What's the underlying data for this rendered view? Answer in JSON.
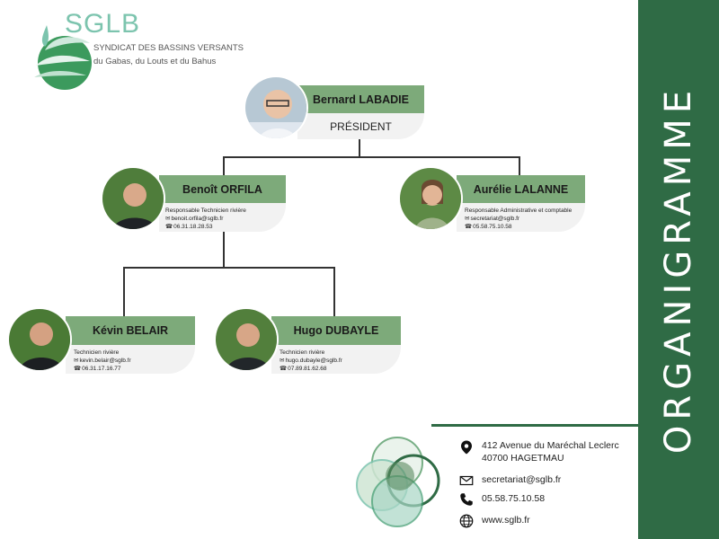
{
  "logo": {
    "name": "SGLB",
    "line1": "SYNDICAT DES BASSINS VERSANTS",
    "line2": "du Gabas, du Louts et du Bahus"
  },
  "sidebar": {
    "title": "ORGANIGRAMME"
  },
  "president": {
    "name": "Bernard LABADIE",
    "role": "PRÉSIDENT"
  },
  "people": [
    {
      "name": "Benoît ORFILA",
      "role": "Responsable Technicien rivière",
      "email": "benoit.orfila@sglb.fr",
      "phone": "06.31.18.28.53"
    },
    {
      "name": "Aurélie LALANNE",
      "role": "Responsable Administrative et comptable",
      "email": "secretariat@sglb.fr",
      "phone": "05.58.75.10.58"
    },
    {
      "name": "Kévin BELAIR",
      "role": "Technicien rivière",
      "email": "kevin.belair@sglb.fr",
      "phone": "06.31.17.16.77"
    },
    {
      "name": "Hugo DUBAYLE",
      "role": "Technicien rivière",
      "email": "hugo.dubayle@sglb.fr",
      "phone": "07.89.81.62.68"
    }
  ],
  "contact": {
    "address1": "412 Avenue du Maréchal Leclerc",
    "address2": "40700 HAGETMAU",
    "email": "secretariat@sglb.fr",
    "phone": "05.58.75.10.58",
    "web": "www.sglb.fr"
  },
  "colors": {
    "green_dark": "#2f6b45",
    "green_card": "#7daa7a",
    "aqua": "#7cc4ae"
  },
  "icons": [
    "location-pin-icon",
    "mail-icon",
    "phone-icon",
    "globe-icon"
  ]
}
